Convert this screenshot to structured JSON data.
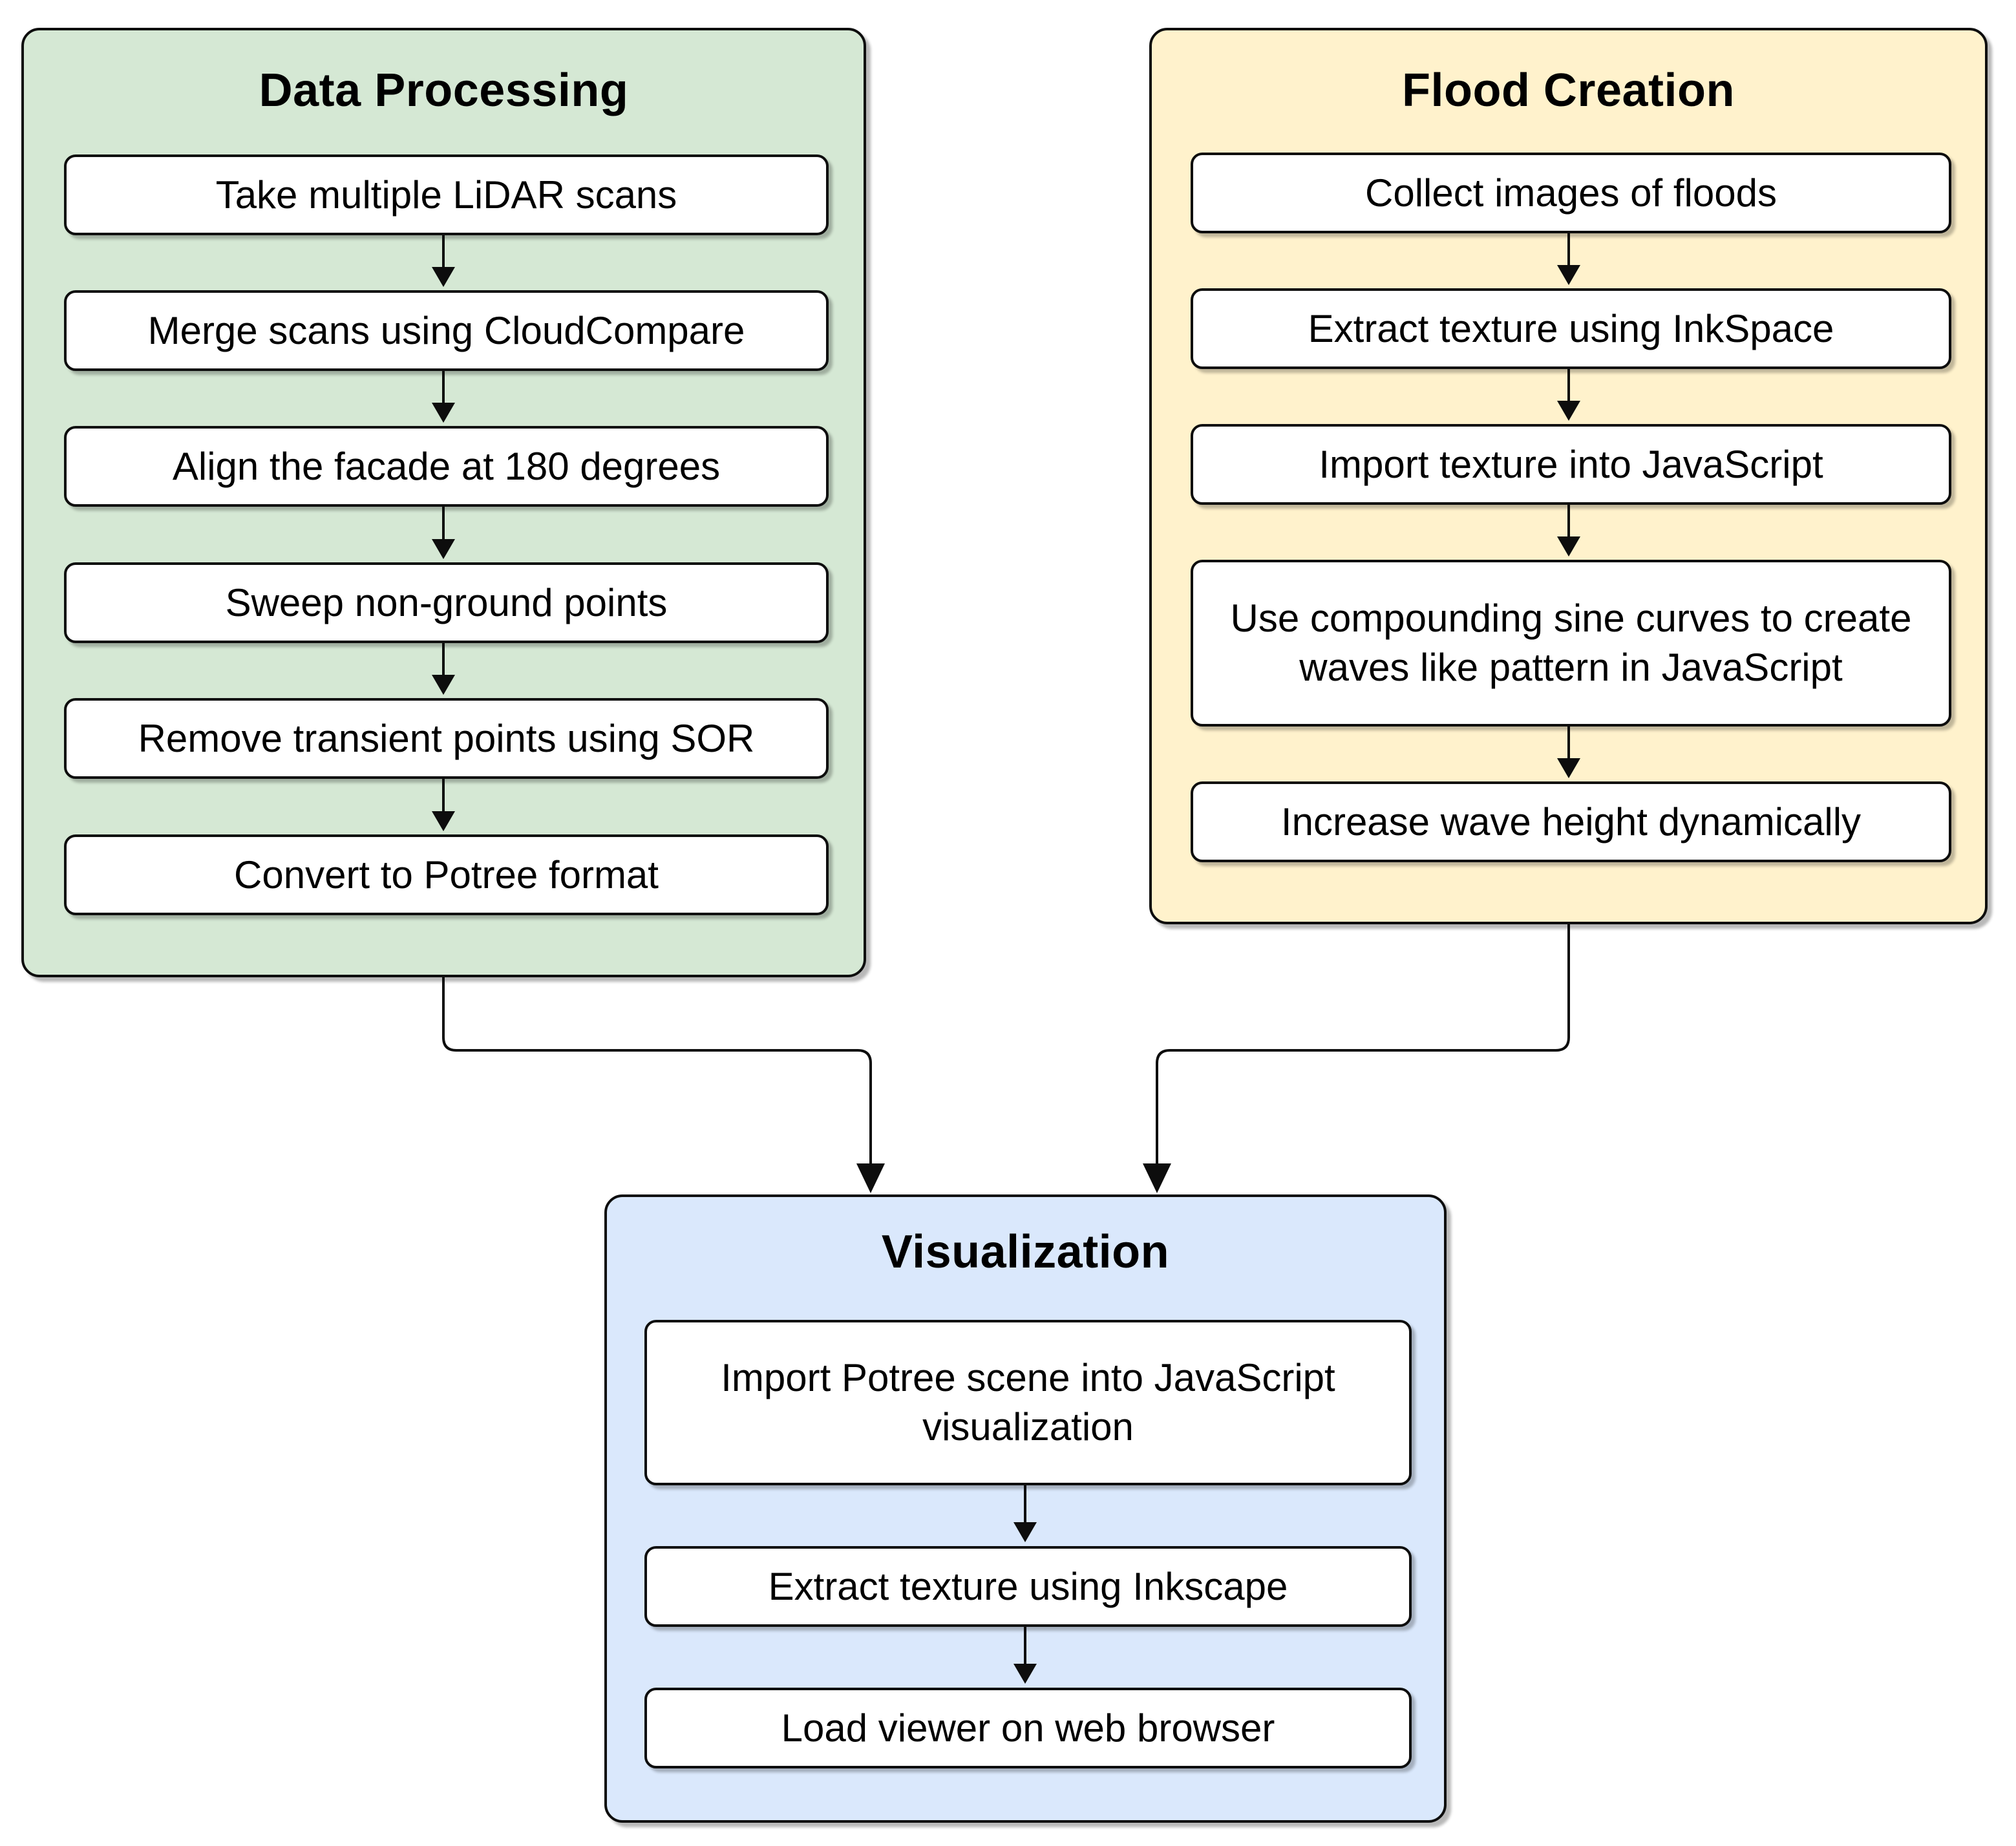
{
  "figure": {
    "type": "flowchart",
    "background": "#ffffff",
    "stroke_color": "#0d0d0d",
    "node_fill": "#ffffff",
    "panels": [
      {
        "id": "data-processing",
        "title": "Data Processing",
        "fill": "#d5e8d4",
        "steps": [
          "Take multiple LiDAR scans",
          "Merge scans using CloudCompare",
          "Align the facade at 180 degrees",
          "Sweep non-ground points",
          "Remove transient points using SOR",
          "Convert to Potree format"
        ]
      },
      {
        "id": "flood-creation",
        "title": "Flood Creation",
        "fill": "#fff2cc",
        "steps": [
          "Collect images of floods",
          "Extract texture using InkSpace",
          "Import texture into JavaScript",
          "Use compounding sine curves to create waves like pattern in JavaScript",
          "Increase wave height dynamically"
        ]
      },
      {
        "id": "visualization",
        "title": "Visualization",
        "fill": "#dae8fc",
        "steps": [
          "Import Potree scene into JavaScript visualization",
          "Extract texture using Inkscape",
          "Load viewer on web browser"
        ]
      }
    ],
    "connections": [
      {
        "from": "data-processing",
        "to": "visualization"
      },
      {
        "from": "flood-creation",
        "to": "visualization"
      }
    ]
  }
}
